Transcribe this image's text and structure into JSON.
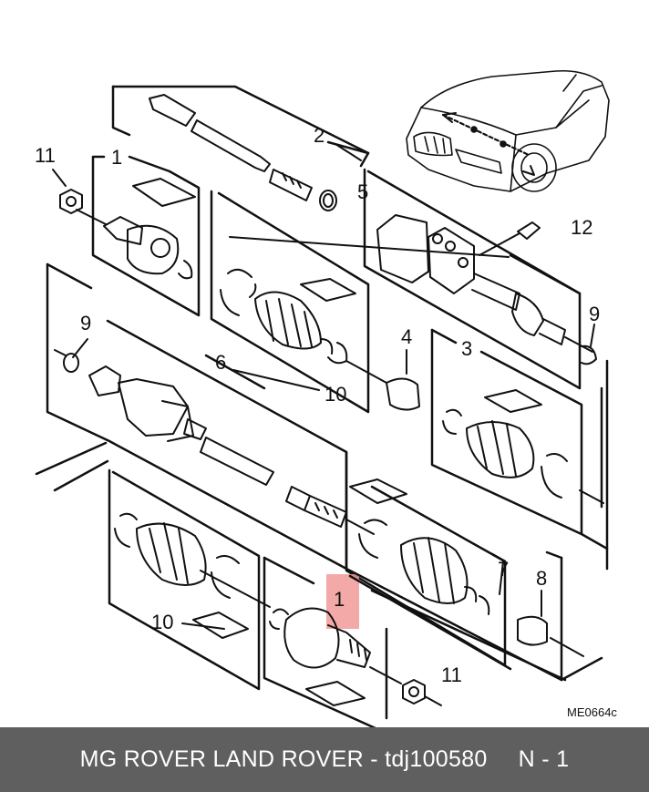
{
  "callouts": {
    "c1_top": "1",
    "c2": "2",
    "c3": "3",
    "c4": "4",
    "c5": "5",
    "c6": "6",
    "c7": "7",
    "c8": "8",
    "c9_left": "9",
    "c9_right": "9",
    "c10_upper": "10",
    "c10_lower": "10",
    "c11_top": "11",
    "c11_bottom": "11",
    "c12": "12",
    "c1_highlight": "1"
  },
  "drawing_code": "ME0664c",
  "highlight_color": "#f29a9a",
  "footer": {
    "brands": "MG ROVER LAND ROVER - tdj100580",
    "quantity": "N - 1"
  }
}
